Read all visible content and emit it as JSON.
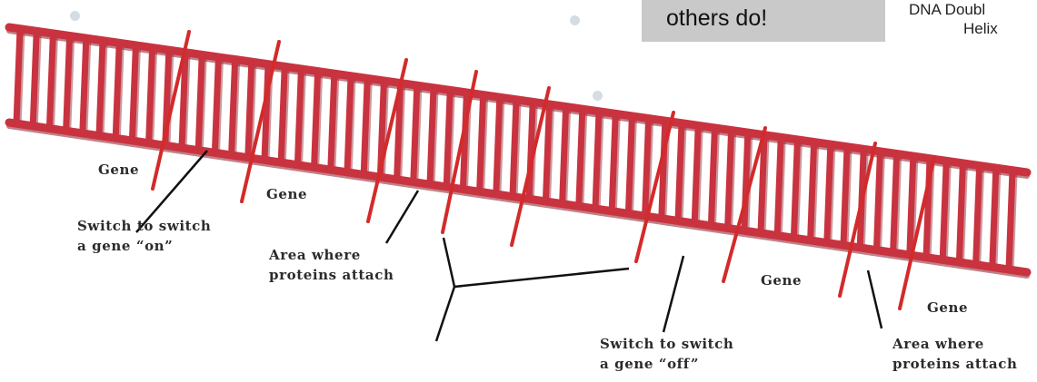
{
  "callout": {
    "text": "others do!"
  },
  "corner_title": {
    "line1": "DNA Doubl",
    "line2": "Helix"
  },
  "labels": {
    "gene_1": "Gene",
    "gene_2": "Gene",
    "gene_3": "Gene",
    "gene_4": "Gene",
    "switch_on": {
      "line1": "Switch to switch",
      "line2": "a gene “on”"
    },
    "protein_area_1": {
      "line1": "Area where",
      "line2": "proteins attach"
    },
    "switch_off": {
      "line1": "Switch to switch",
      "line2": "a gene “off”"
    },
    "protein_area_2": {
      "line1": "Area where",
      "line2": "proteins attach"
    }
  },
  "colors": {
    "strand": "#c8333f",
    "strand_dark": "#8e1d2a",
    "gene_marker": "#d42a2a",
    "leader": "#111111",
    "callout_bg": "#c9c9c9"
  },
  "decor": {
    "dots": 3
  }
}
